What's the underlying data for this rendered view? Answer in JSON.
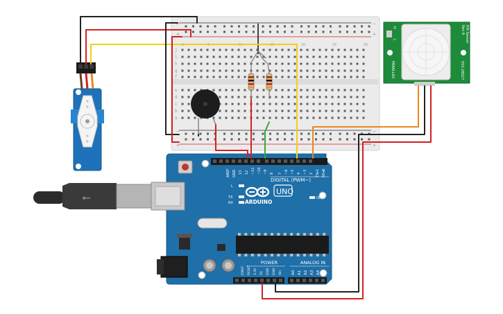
{
  "arduino": {
    "logo_text": "ARDUINO",
    "model_text": "UNO",
    "digital_label": "DIGITAL (PWM~)",
    "power_label": "POWER",
    "analog_label": "ANALOG IN",
    "on_label": "ON",
    "led_l_label": "L",
    "led_tx_label": "TX",
    "led_rx_label": "RX",
    "digital_pins": [
      "AREF",
      "GND",
      "13",
      "12",
      "~11",
      "~10",
      "~9",
      "8",
      "7",
      "~6",
      "~5",
      "4",
      "~3",
      "2",
      "TX▸1",
      "RX◂0"
    ],
    "power_pins": [
      "IOREF",
      "RESET",
      "3.3V",
      "5V",
      "GND",
      "GND",
      "Vin"
    ],
    "analog_pins": [
      "A0",
      "A1",
      "A2",
      "A3",
      "A4",
      "A5"
    ]
  },
  "breadboard": {
    "row_letters_top": [
      "j",
      "i",
      "h",
      "g",
      "f"
    ],
    "row_letters_bottom": [
      "e",
      "d",
      "c",
      "b",
      "a"
    ],
    "column_numbers": [
      "1",
      "5",
      "10",
      "15",
      "20",
      "25",
      "30"
    ],
    "rail_plus": "+",
    "rail_minus": "−"
  },
  "pir": {
    "name_line1": "PIR Sensor",
    "name_line2": "Rev A",
    "brand": "PARALLAX",
    "part": "555-28027",
    "jumper_h": "H",
    "jumper_l": "L"
  },
  "colors": {
    "arduino_blue": "#1f6fa8",
    "breadboard": "#ececec",
    "pir_green": "#1e8b3a",
    "servo_blue": "#1e72b9",
    "wire_red": "#d32020",
    "wire_black": "#222222",
    "wire_yellow": "#f2cf14",
    "wire_orange": "#e8891a",
    "wire_green": "#3aa63a"
  }
}
